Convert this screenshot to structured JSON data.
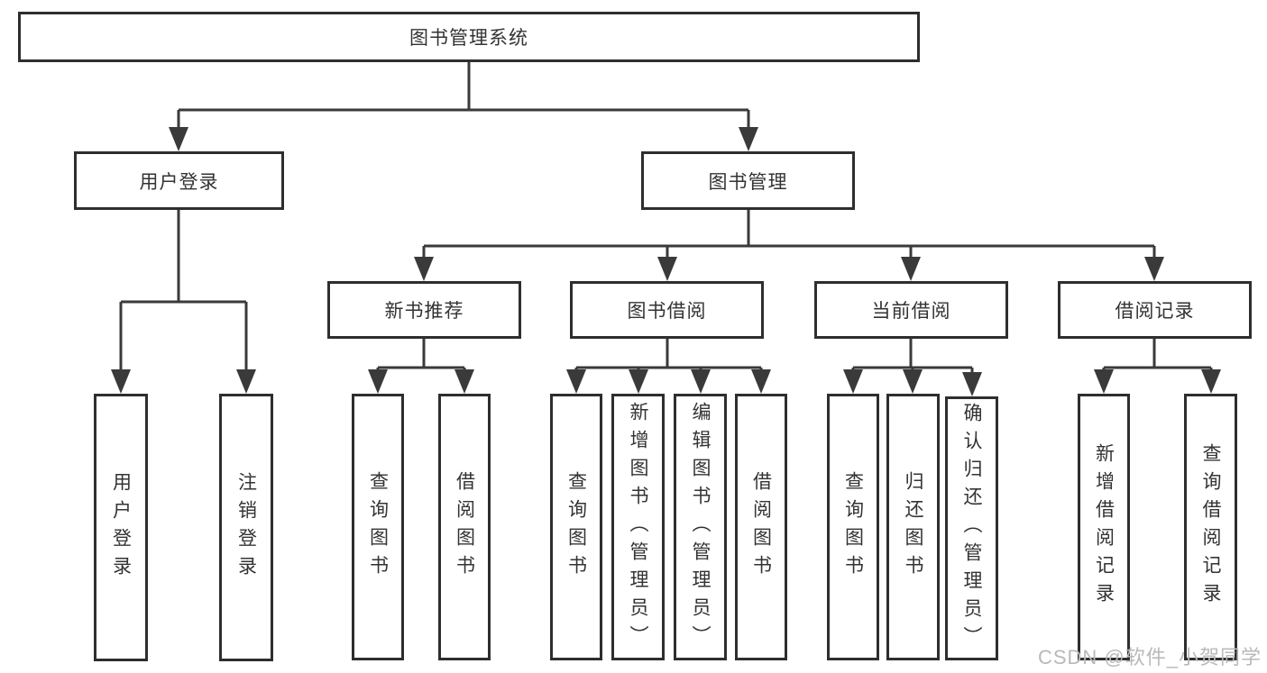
{
  "tree": {
    "root": "图书管理系统",
    "l2": [
      {
        "label": "用户登录"
      },
      {
        "label": "图书管理"
      }
    ],
    "l3": [
      {
        "label": "新书推荐"
      },
      {
        "label": "图书借阅"
      },
      {
        "label": "当前借阅"
      },
      {
        "label": "借阅记录"
      }
    ],
    "leaves": {
      "login": [
        "用户登录",
        "注销登录"
      ],
      "newbook": [
        "查询图书",
        "借阅图书"
      ],
      "borrow": [
        "查询图书",
        "新增图书（管理员）",
        "编辑图书（管理员）",
        "借阅图书"
      ],
      "current": [
        "查询图书",
        "归还图书",
        "确认归还（管理员）"
      ],
      "records": [
        "新增借阅记录",
        "查询借阅记录"
      ]
    }
  },
  "watermark": {
    "text": "CSDN @软件_小贺同学",
    "color": "#b9b9b9"
  },
  "colors": {
    "line": "#3a3a3a",
    "box_border": "#2e2e2e",
    "text": "#333333",
    "background": "#ffffff"
  }
}
